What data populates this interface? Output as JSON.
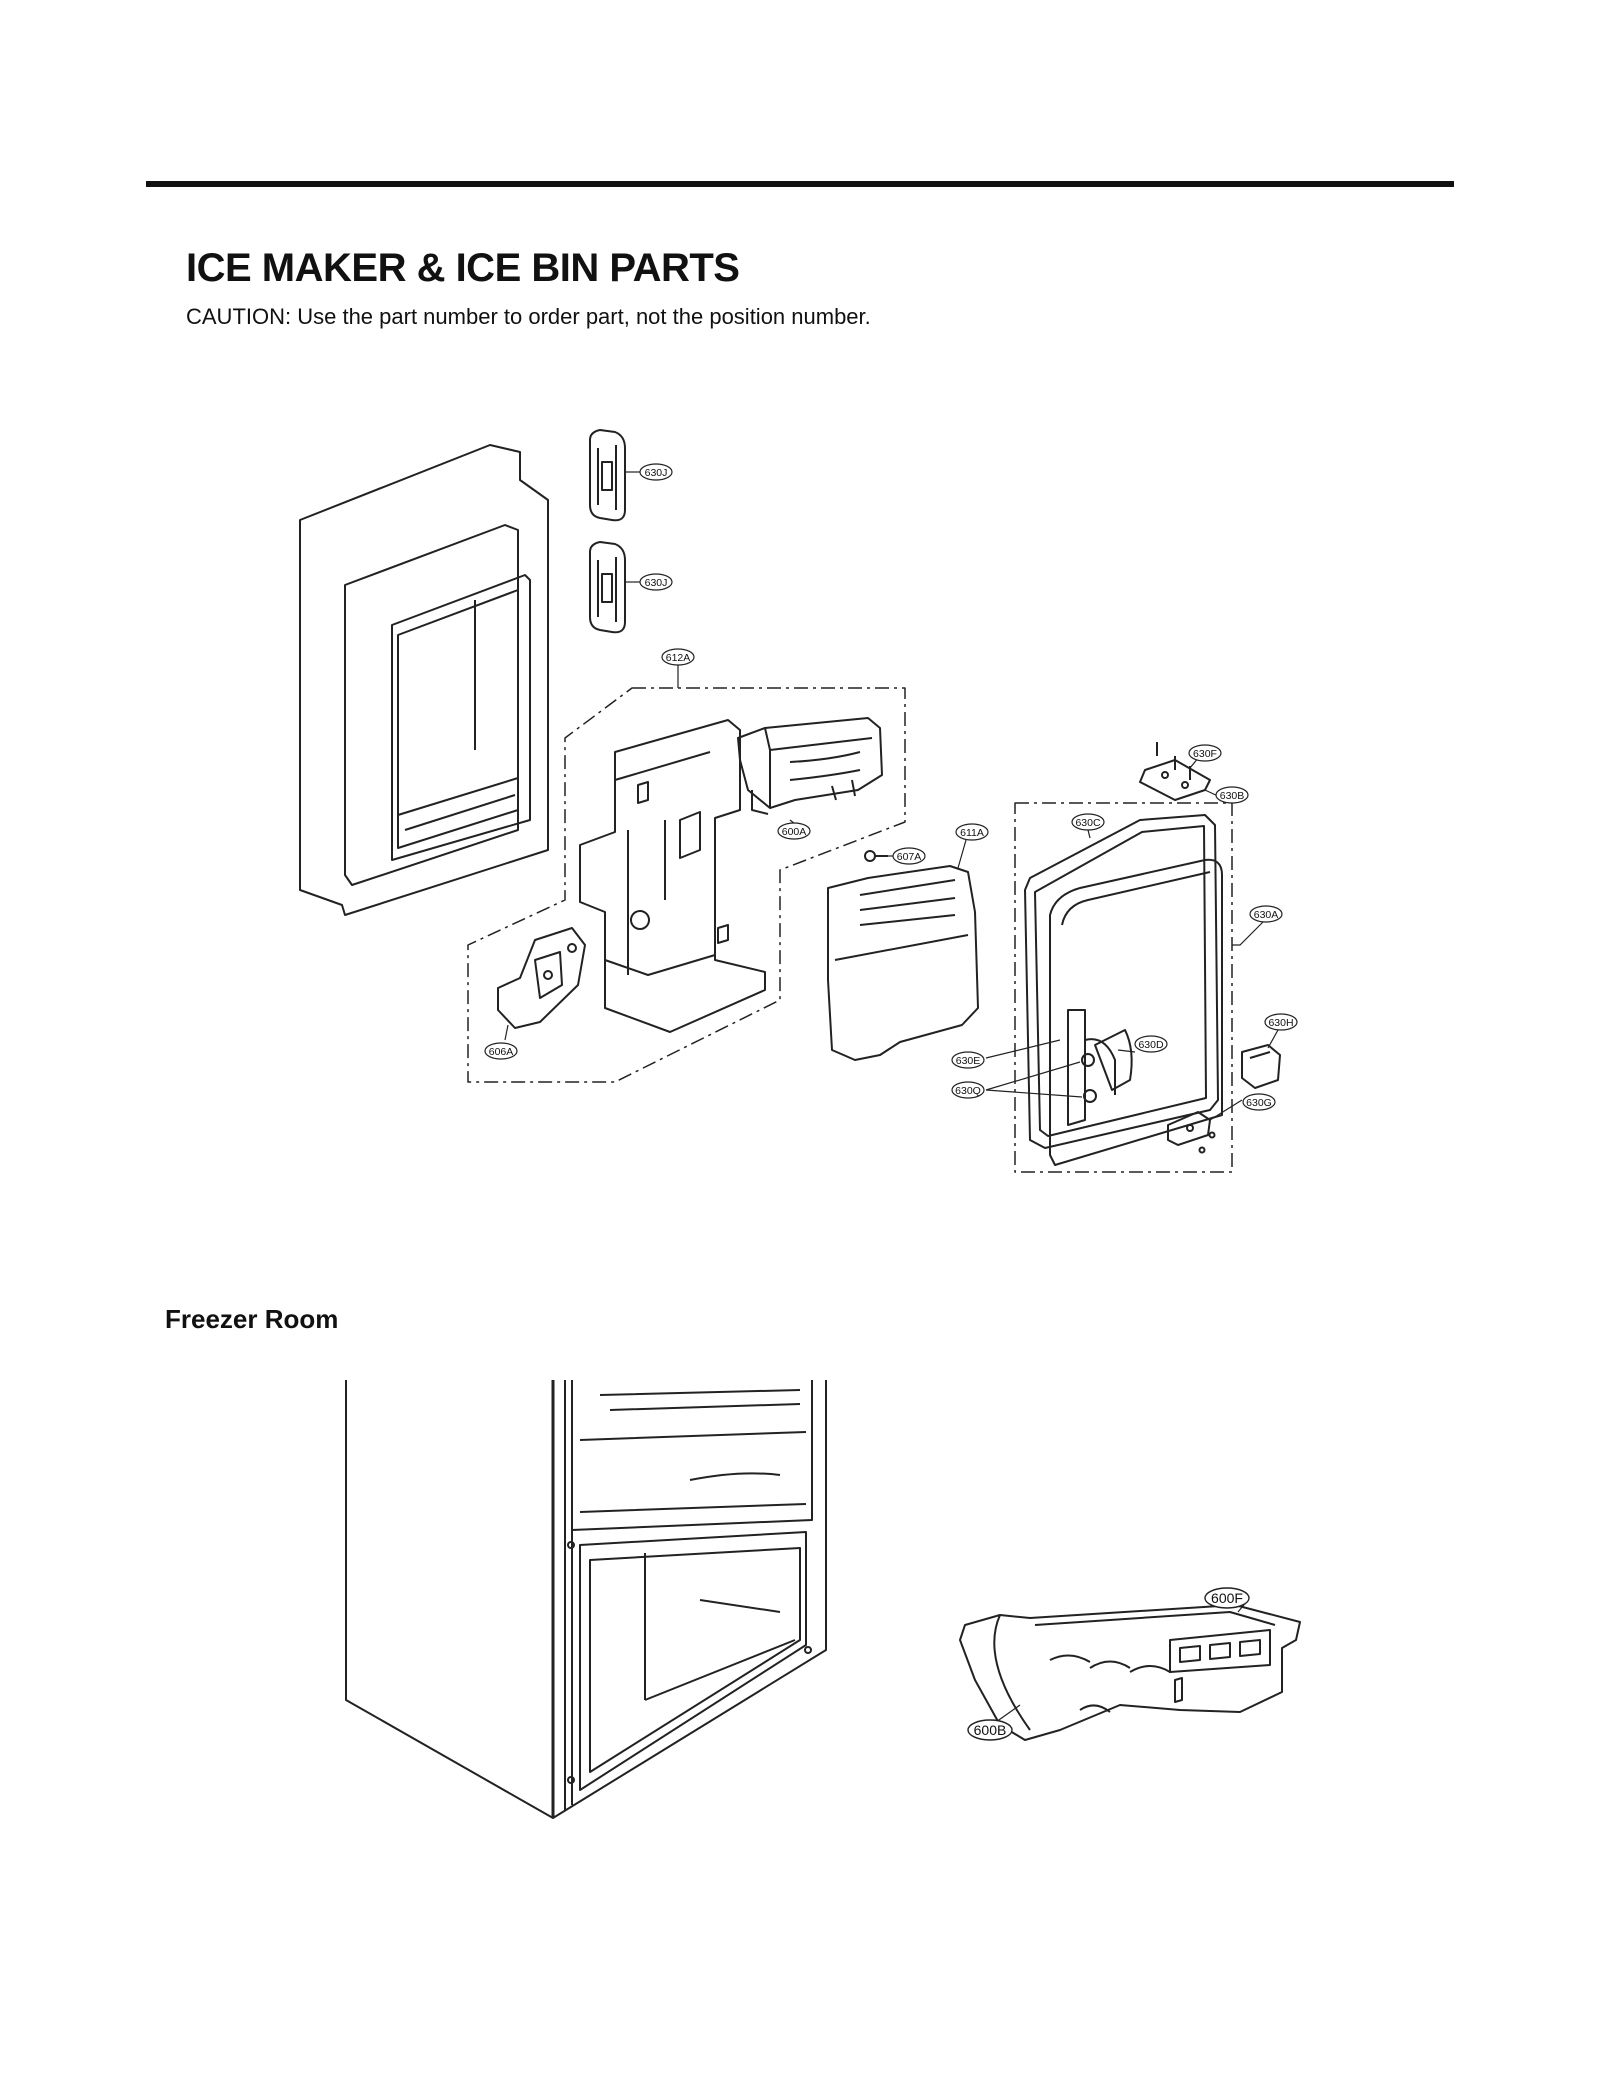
{
  "page": {
    "title": "ICE MAKER & ICE BIN PARTS",
    "caution": "CAUTION: Use the part number to order part, not the position number.",
    "section_label": "Freezer Room"
  },
  "labels": {
    "p630J_top": "630J",
    "p630J_bottom": "630J",
    "p612A": "612A",
    "p600A": "600A",
    "p607A": "607A",
    "p611A": "611A",
    "p606A": "606A",
    "p630F": "630F",
    "p630B": "630B",
    "p630C": "630C",
    "p630A": "630A",
    "p630H": "630H",
    "p630D": "630D",
    "p630E": "630E",
    "p630Q": "630Q",
    "p630G": "630G",
    "p600F": "600F",
    "p600B": "600B"
  }
}
